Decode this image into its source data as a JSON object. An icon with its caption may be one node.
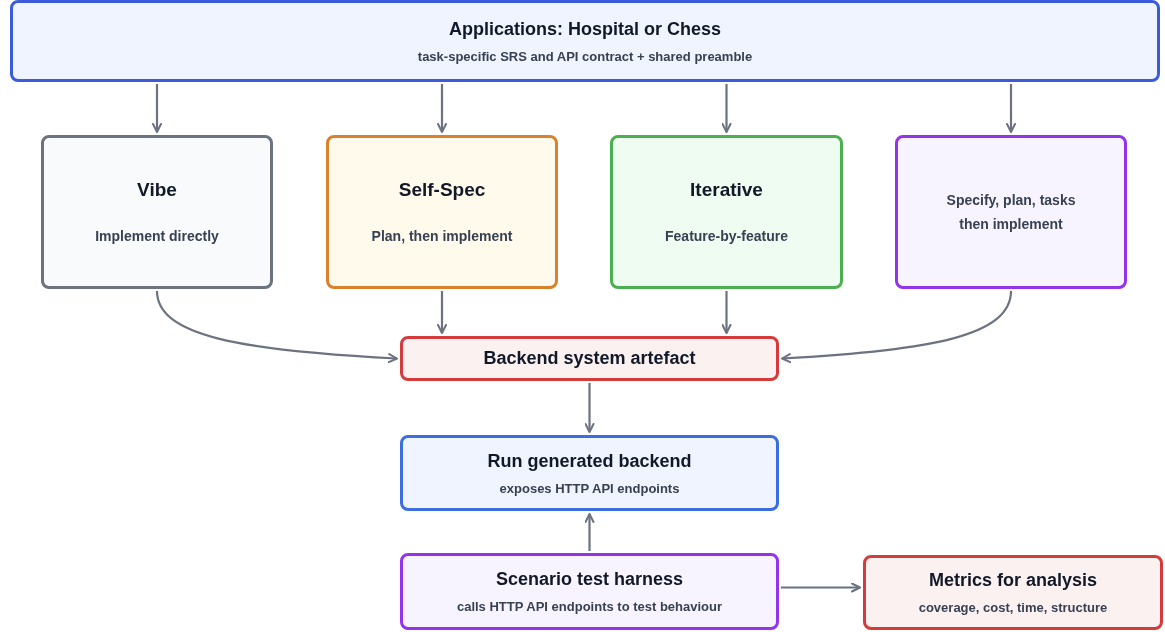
{
  "diagram": {
    "nodes": [
      {
        "text": [
          "Applications: Hospital or Chess",
          "task-specific SRS and API contract + shared preamble"
        ]
      },
      {
        "text": [
          "Vibe",
          "Implement directly"
        ]
      },
      {
        "text": [
          "Self-Spec",
          "Plan, then implement"
        ]
      },
      {
        "text": [
          "Iterative",
          "Feature-by-feature"
        ]
      },
      {
        "text": [
          "Specify, plan, tasks then implement"
        ]
      },
      {
        "text": [
          "Backend system artefact"
        ]
      },
      {
        "text": [
          "Run generated backend",
          "exposes HTTP API endpoints"
        ]
      },
      {
        "text": [
          "Scenario test harness",
          "calls HTTP API endpoints to test behaviour"
        ]
      },
      {
        "text": [
          "Metrics for analysis",
          "coverage, cost, time, structure"
        ]
      }
    ],
    "edges": [
      {
        "from": 0,
        "to": 1,
        "arrow": "to"
      },
      {
        "from": 0,
        "to": 2,
        "arrow": "to"
      },
      {
        "from": 0,
        "to": 3,
        "arrow": "to"
      },
      {
        "from": 0,
        "to": 4,
        "arrow": "to"
      },
      {
        "from": 1,
        "to": 5,
        "arrow": "to"
      },
      {
        "from": 2,
        "to": 5,
        "arrow": "to"
      },
      {
        "from": 3,
        "to": 5,
        "arrow": "to"
      },
      {
        "from": 4,
        "to": 5,
        "arrow": "to"
      },
      {
        "from": 5,
        "to": 6,
        "arrow": "to"
      },
      {
        "from": 7,
        "to": 6,
        "arrow": "to"
      },
      {
        "from": 7,
        "to": 8,
        "arrow": "to"
      }
    ]
  }
}
